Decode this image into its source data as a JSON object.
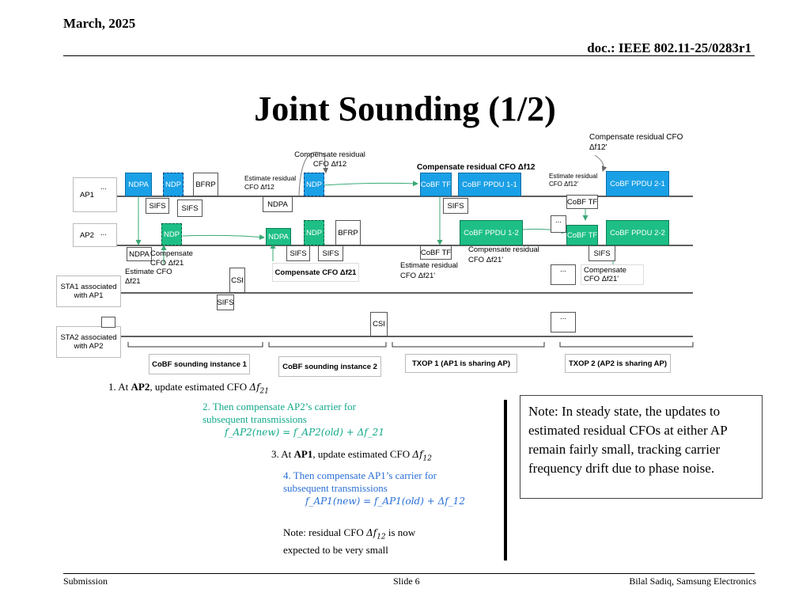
{
  "header": {
    "date": "March, 2025",
    "doc": "doc.: IEEE 802.11-25/0283r1"
  },
  "title": "Joint Sounding (1/2)",
  "diagram": {
    "rows": {
      "ap1": "AP1",
      "ap2": "AP2",
      "sta1": "STA1 associated with AP1",
      "sta2": "STA2 associated with AP2",
      "dots": "..."
    },
    "frames": {
      "ndpa": "NDPA",
      "ndp": "NDP",
      "bfrp": "BFRP",
      "sifs": "SIFS",
      "csi": "CSI",
      "cobf_tf": "CoBF TF",
      "ppdu_11": "CoBF PPDU 1-1",
      "ppdu_12": "CoBF PPDU 1-2",
      "ppdu_21": "CoBF PPDU 2-1",
      "ppdu_22": "CoBF PPDU 2-2"
    },
    "annotations": {
      "comp_res_12_top": "Compensate residual CFO Δf12'",
      "comp_res_12_mid": "Compensate residual CFO Δf12",
      "est_res_12": "Estimate residual CFO Δf12",
      "comp_res_12_bold": "Compensate residual CFO Δf12",
      "est_res_12p": "Estimate residual CFO Δf12'",
      "comp_21": "Compensate CFO Δf21",
      "est_21": "Estimate CFO Δf21",
      "comp_21_bold": "Compensate CFO Δf21",
      "est_res_21p": "Estimate residual CFO Δf21'",
      "comp_res_21p": "Compensate residual CFO Δf21'",
      "comp_21p": "Compensate CFO Δf21'"
    },
    "phases": {
      "s1": "CoBF sounding instance 1",
      "s2": "CoBF sounding instance 2",
      "t1": "TXOP 1 (AP1 is sharing AP)",
      "t2": "TXOP 2 (AP2 is sharing AP)"
    }
  },
  "steps": {
    "s1_pre": "1. At ",
    "s1_bold": "AP2",
    "s1_post": ", update estimated CFO ",
    "s1_math": "Δf",
    "s1_sub": "21",
    "s2_line1": "2. Then compensate AP2’s carrier for",
    "s2_line2": "subsequent transmissions",
    "s2_eq": "f_AP2(new) = f_AP2(old) + Δf_21",
    "s3_pre": "3. At ",
    "s3_bold": "AP1",
    "s3_post": ", update estimated CFO ",
    "s3_math": "Δf",
    "s3_sub": "12",
    "s4_line1": "4. Then compensate AP1’s carrier for",
    "s4_line2": "subsequent transmissions",
    "s4_eq": "f_AP1(new) = f_AP1(old) + Δf_12",
    "note_pre": "Note: residual CFO ",
    "note_math": "Δf",
    "note_sub": "12",
    "note_post": " is now",
    "note_line2": "expected to be very small"
  },
  "steady_note": "Note: In steady state, the updates to estimated residual CFOs at either AP remain fairly small, tracking carrier frequency drift due to phase noise.",
  "footer": {
    "left": "Submission",
    "center": "Slide 6",
    "right": "Bilal Sadiq, Samsung Electronics"
  }
}
